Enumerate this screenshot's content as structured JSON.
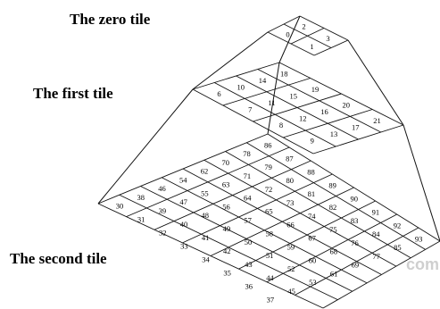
{
  "labels": {
    "tier0": "The zero tile",
    "tier1": "The first tile",
    "tier2": "The second tile"
  },
  "tiers": [
    {
      "level": 0,
      "size": 2,
      "start": 0
    },
    {
      "level": 1,
      "size": 4,
      "start": 6
    },
    {
      "level": 2,
      "size": 8,
      "start": 30
    }
  ],
  "watermark": "com"
}
